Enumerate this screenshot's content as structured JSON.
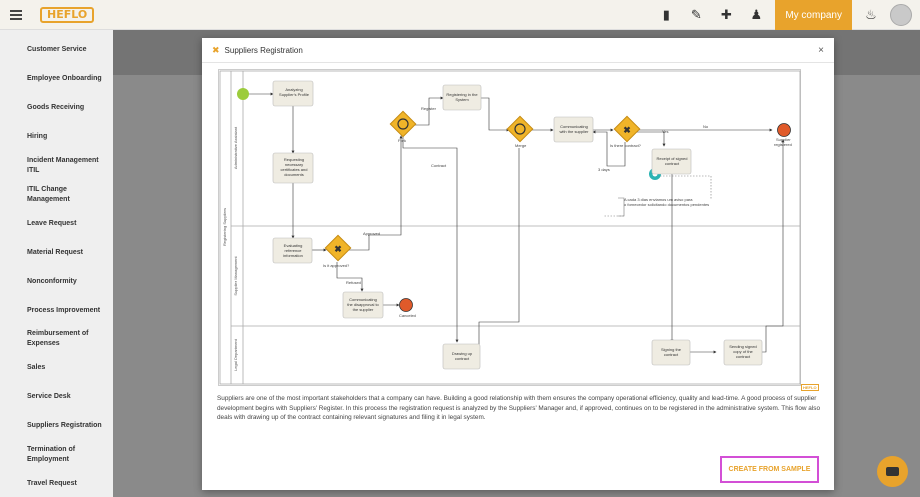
{
  "topbar": {
    "logo": "HEFLO",
    "company_label": "My company"
  },
  "sidebar": {
    "items": [
      "Customer Service",
      "Employee Onboarding",
      "Goods Receiving",
      "Hiring",
      "Incident Management ITIL",
      "ITIL Change Management",
      "Leave Request",
      "Material Request",
      "Nonconformity",
      "Process Improvement",
      "Reimbursement of Expenses",
      "Sales",
      "Service Desk",
      "Suppliers Registration",
      "Termination of Employment",
      "Travel Request"
    ]
  },
  "modal": {
    "title": "Suppliers Registration",
    "close": "×",
    "description": "Suppliers are one of the most important stakeholders that a company can have. Building a good relationship with them ensures the company operational efficiency, quality and lead-time. A good process of supplier development begins with Suppliers' Register. In this process the registration request is analyzed by the Suppliers' Manager and, if approved, continues on to be registered in the administrative system. This flow also deals with drawing up of the contract containing relevant signatures and filing it in legal system.",
    "create_button": "CREATE FROM SAMPLE",
    "watermark": "HEFLO"
  },
  "diagram": {
    "pool": "Registering Suppliers",
    "lanes": [
      "Administrative Assistant",
      "Supplier Management",
      "Legal Department"
    ],
    "tasks": {
      "t1": [
        "Analyzing",
        "Supplier's Profile"
      ],
      "t2": [
        "Requesting",
        "necessary",
        "certificates and",
        "documents"
      ],
      "t3": [
        "Evaluating",
        "reference",
        "information"
      ],
      "t4": [
        "Communicating",
        "the disapproval to",
        "the supplier"
      ],
      "t5": [
        "Registering in the",
        "System"
      ],
      "t6": [
        "Communicating",
        "with the supplier"
      ],
      "t7": [
        "Receipt of signed",
        "contract"
      ],
      "t8": [
        "Drawing up",
        "contract"
      ],
      "t9": [
        "Signing the",
        "contract"
      ],
      "t10": [
        "Sending signed",
        "copy of the",
        "contract"
      ]
    },
    "labels": {
      "is_approved": "Is it approved?",
      "approved": "Approved",
      "refused": "Refused",
      "cancelled": "Canceled",
      "register": "Register",
      "contract": "Contract",
      "merge": "Merge",
      "is_there_contract": "Is there contract?",
      "yes": "Yes",
      "no": "No",
      "three_days": "3 days",
      "end_registered": [
        "Supplier",
        "registered"
      ],
      "fork": "Fork",
      "annotation": [
        "A cada 3 dias enviamos um aviso para",
        "o fornecedor solicitando documentos pendentes"
      ]
    }
  },
  "colors": {
    "accent": "#e8a32c",
    "start": "#9ccc3c",
    "end": "#e05a2a",
    "gateway": "#f0b429",
    "timer": "#2bb3b3",
    "highlight": "#d34fd6"
  }
}
